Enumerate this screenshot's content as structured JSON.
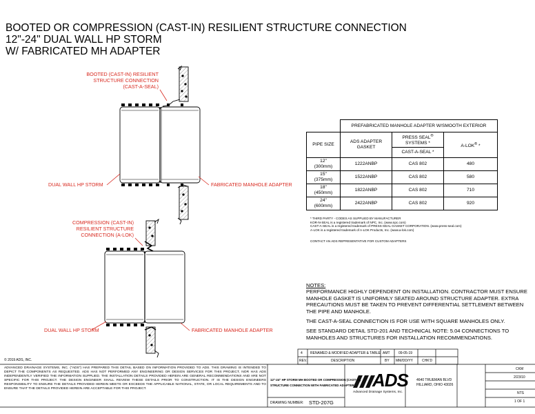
{
  "title": {
    "line1": "BOOTED OR COMPRESSION (CAST-IN) RESILIENT STRUCTURE CONNECTION",
    "line2": "12\"-24\" DUAL WALL HP STORM",
    "line3": "W/ FABRICATED MH ADAPTER"
  },
  "detail1": {
    "connection_label": [
      "BOOTED (CAST-IN) RESILIENT",
      "STRUCTURE CONNECTION",
      "(CAST-A-SEAL)"
    ],
    "pipe_label": "DUAL  WALL HP STORM",
    "adapter_label": "FABRICATED MANHOLE ADAPTER"
  },
  "detail2": {
    "connection_label": [
      "COMPRESSION (CAST-IN)",
      "RESILIENT STRUCTURE",
      "CONNECTION (A-LOK)"
    ],
    "pipe_label": "DUAL  WALL HP STORM",
    "adapter_label": "FABRICATED MANHOLE ADAPTER"
  },
  "table": {
    "header": "PREFABRICATED MANHOLE ADAPTER W/SMOOTH EXTERIOR",
    "col_pipe_size": "PIPE SIZE",
    "col_gasket": "ADS ADAPTER GASKET",
    "col_press_seal": "PRESS SEAL",
    "col_press_seal_reg": "®",
    "col_press_seal_systems": "SYSTEMS *",
    "col_cast_a_seal": "CAST-A-SEAL *",
    "col_alok": "A-LOK",
    "col_alok_reg": "®",
    "col_alok_star": " *",
    "rows": [
      {
        "size": "12\"",
        "metric": "(300mm)",
        "gasket": "1222ANBP",
        "cas": "CAS 802",
        "alok": "480"
      },
      {
        "size": "15\"",
        "metric": "(375mm)",
        "gasket": "1522ANBP",
        "cas": "CAS 802",
        "alok": "580"
      },
      {
        "size": "18\"",
        "metric": "(450mm)",
        "gasket": "1822ANBP",
        "cas": "CAS 802",
        "alok": "710"
      },
      {
        "size": "24\"",
        "metric": "(600mm)",
        "gasket": "2422ANBP",
        "cas": "CAS 802",
        "alok": "920"
      }
    ]
  },
  "footnotes": [
    "* THIRD PARTY - CODES AS SUPPLIED BY MANUFACTURER",
    "KOR-N-SEAL is a registered trademark of NPC, Inc. (www.npc.com)",
    "CAST-A-SEAL is a registered trademark of PRESS-SEAL GASKET CORPORATION. (www.press-seal.com)",
    "A-LOK is a registered trademark of A-LOK Products, Inc. (www.a-lok.com)"
  ],
  "contact": "CONTACT AN ADS REPRESENTATIVE FOR CUSTOM ADAPTERS",
  "notes": {
    "heading": "NOTES:",
    "p1": "PERFORMANCE HIGHLY DEPENDENT ON INSTALLATION. CONTRACTOR MUST ENSURE MANHOLE GASKET IS UNIFORMLY SEATED AROUND STRUCTURE ADAPTER. EXTRA PRECAUTIONS MUST BE TAKEN TO PREVENT DIFFERENTIAL SETTLEMENT BETWEEN THE PIPE AND MANHOLE.",
    "p2": "THE CAST-A-SEAL CONNECTION IS FOR USE WITH SQUARE MANHOLES ONLY.",
    "p3": "SEE STANDARD DETAIL STD-201 AND TECHNICAL NOTE: 5.04 CONNECTIONS TO MANHOLES AND STRUCTURES FOR INSTALLATION RECOMMENDATIONS."
  },
  "revision": {
    "rev": "4",
    "description": "RENAMED & MODIFIED ADAPTER & TABLE",
    "by": "AMT",
    "date": "09-05-19",
    "hdr_rev": "REV.",
    "hdr_desc": "DESCRIPTION",
    "hdr_by": "BY",
    "hdr_date": "MM/DD/YY",
    "hdr_chkd": "CHK'D"
  },
  "copyright": "© 2019 ADS, INC.",
  "disclaimer": "ADVANCED DRAINAGE SYSTEMS, INC. (\"ADS\") HAS PREPARED THIS DETAIL BASED ON INFORMATION PROVIDED TO ADS. THIS DRAWING IS INTENDED TO DEPICT THE COMPONENTS AS REQUESTED. ADS HAS NOT PERFORMED ANY ENGINEERING OR DESIGN SERVICES FOR THIS PROJECT, NOR HAS ADS INDEPENDENTLY VERIFIED THE INFORMATION SUPPLIED. THE INSTALLATION DETAILS PROVIDED HEREIN ARE GENERAL RECOMMENDATIONS AND ARE NOT SPECIFIC FOR THIS PROJECT. THE DESIGN ENGINEER SHALL REVIEW THESE DETAILS PRIOR TO CONSTRUCTION. IT IS THE DESIGN ENGINEERS RESPONSIBILITY TO ENSURE THE DETAILS PROVIDED HEREIN MEETS OR EXCEEDS THE APPLICABLE NATIONAL, STATE, OR LOCAL REQUIREMENTS AND TO ENSURE THAT THE DETAILS PROVIDED HEREIN ARE ACCEPTABLE FOR THIS PROJECT.",
  "title_block": {
    "drawing_title1": "12\"-24\" HP STORM MH BOOTED OR COMPRESSION (CAST-IN)",
    "drawing_title2": "STRUCTURE CONNECTION WITH FABRICATED ADAPTER",
    "drawing_number_label": "DRAWING NUMBER:",
    "drawing_number": "STD-207G",
    "logo_text": "ADS",
    "logo_sub": "Advanced Drainage Systems, Inc.",
    "address1": "4640 TRUEMAN BLVD",
    "address2": "HILLIARD, OHIO 43026",
    "drawn_by": "CKM",
    "date": "2/23/10",
    "scale": "NTS",
    "sheet": "1 OF 1"
  }
}
